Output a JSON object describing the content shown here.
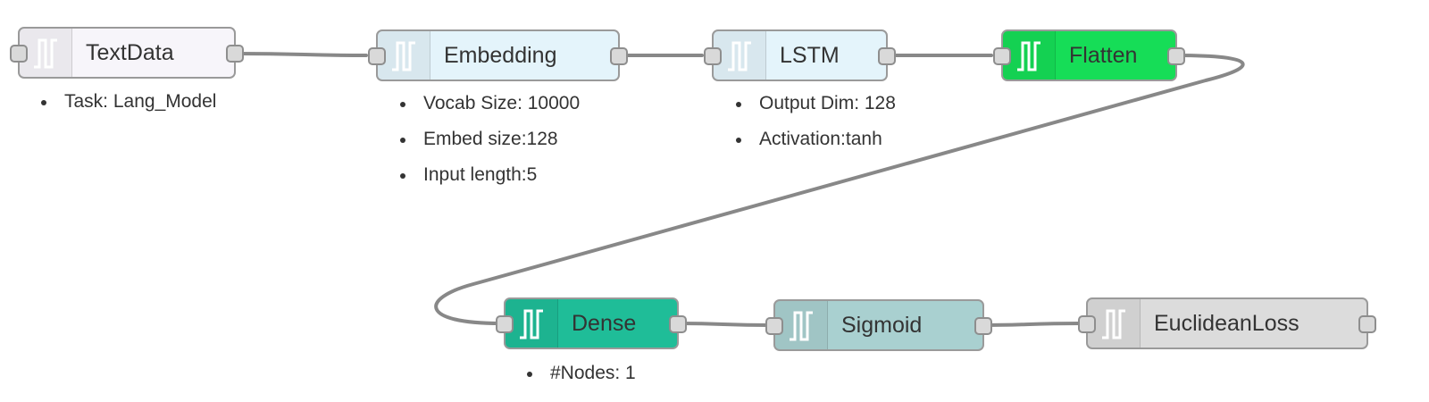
{
  "diagram": {
    "icon": "pulse-wave-icon",
    "colors": {
      "wire": "#888888",
      "port_fill": "#d9d9d9",
      "port_border": "#8e8e8e",
      "node_border": "#9a9a9a"
    },
    "nodes": [
      {
        "id": "textdata",
        "label": "TextData",
        "fill": "#f7f5fa",
        "properties": [
          "Task: Lang_Model"
        ]
      },
      {
        "id": "embedding",
        "label": "Embedding",
        "fill": "#e4f4fb",
        "properties": [
          "Vocab Size: 10000",
          "Embed size:128",
          "Input length:5"
        ]
      },
      {
        "id": "lstm",
        "label": "LSTM",
        "fill": "#e4f4fb",
        "properties": [
          "Output Dim: 128",
          "Activation:tanh"
        ]
      },
      {
        "id": "flatten",
        "label": "Flatten",
        "fill": "#16dd57",
        "properties": []
      },
      {
        "id": "dense",
        "label": "Dense",
        "fill": "#1fbd98",
        "properties": [
          "#Nodes: 1"
        ]
      },
      {
        "id": "sigmoid",
        "label": "Sigmoid",
        "fill": "#a9d0d0",
        "properties": []
      },
      {
        "id": "euclideanloss",
        "label": "EuclideanLoss",
        "fill": "#dcdcdc",
        "properties": []
      }
    ],
    "links": [
      {
        "from": "textdata",
        "to": "embedding"
      },
      {
        "from": "embedding",
        "to": "lstm"
      },
      {
        "from": "lstm",
        "to": "flatten"
      },
      {
        "from": "flatten",
        "to": "dense"
      },
      {
        "from": "dense",
        "to": "sigmoid"
      },
      {
        "from": "sigmoid",
        "to": "euclideanloss"
      }
    ]
  }
}
